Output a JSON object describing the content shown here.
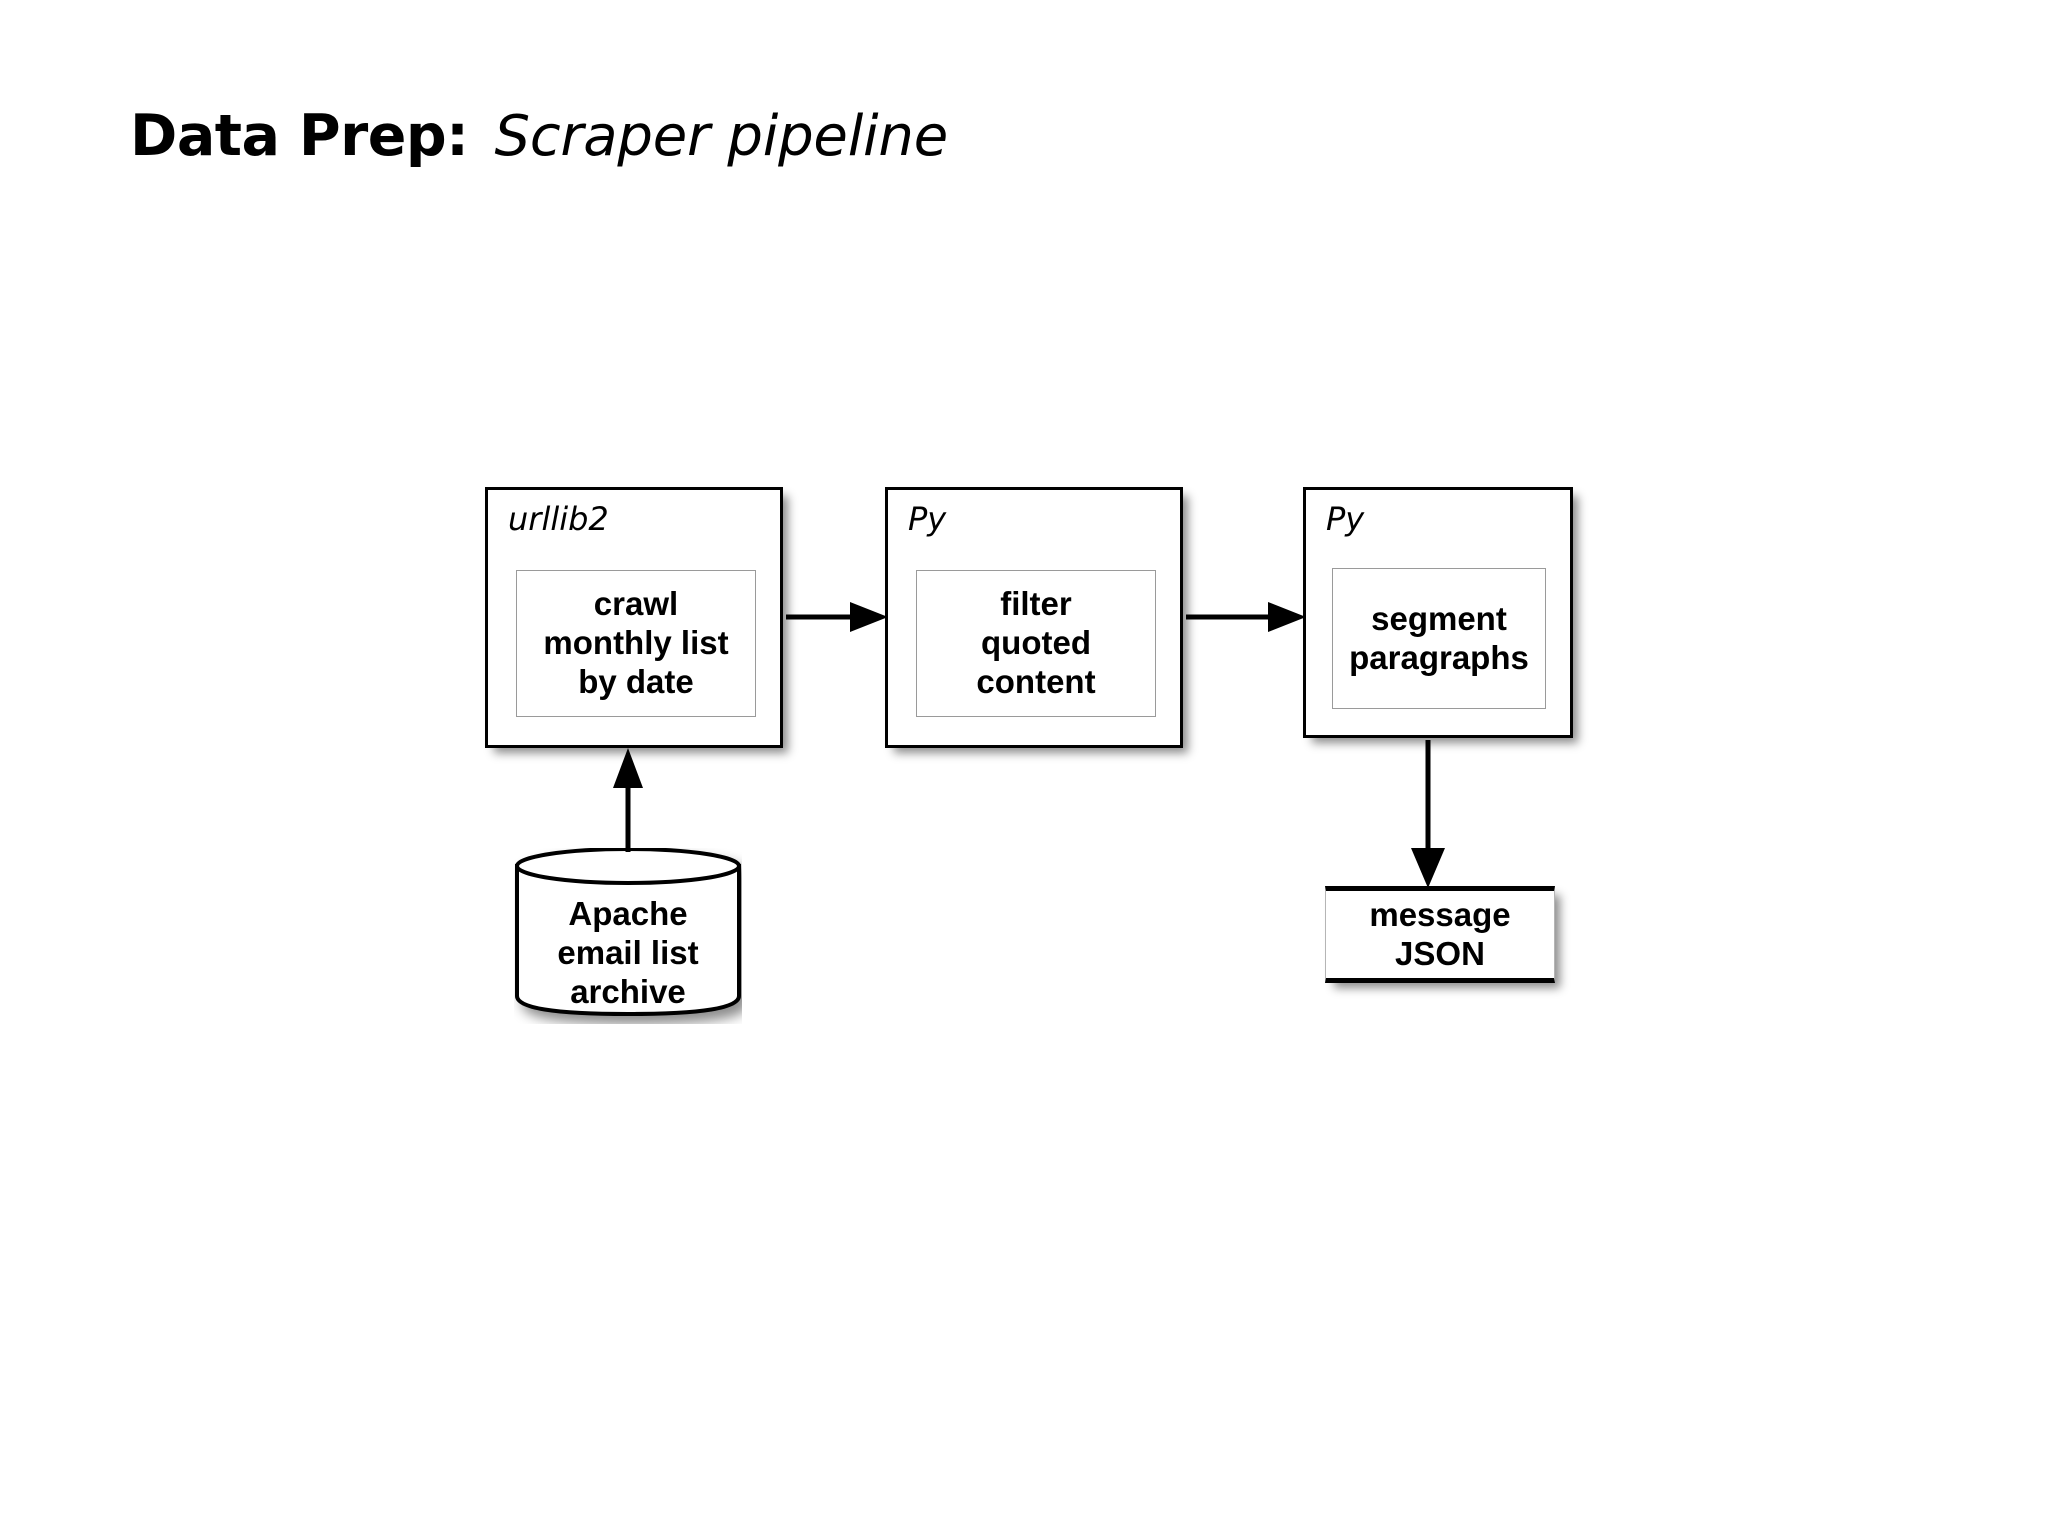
{
  "slide": {
    "title_bold": "Data Prep:",
    "title_italic": "Scraper pipeline"
  },
  "diagram": {
    "type": "flowchart",
    "nodes": [
      {
        "id": "crawl",
        "shape": "process-box",
        "tech_label": "urllib2",
        "text": "crawl\nmonthly list\nby date"
      },
      {
        "id": "filter",
        "shape": "process-box",
        "tech_label": "Py",
        "text": "filter\nquoted\ncontent"
      },
      {
        "id": "segment",
        "shape": "process-box",
        "tech_label": "Py",
        "text": "segment\nparagraphs"
      },
      {
        "id": "archive",
        "shape": "cylinder",
        "text": "Apache\nemail list\narchive"
      },
      {
        "id": "output",
        "shape": "rect",
        "text": "message\nJSON"
      }
    ],
    "edges": [
      {
        "from": "archive",
        "to": "crawl",
        "direction": "up"
      },
      {
        "from": "crawl",
        "to": "filter",
        "direction": "right"
      },
      {
        "from": "filter",
        "to": "segment",
        "direction": "right"
      },
      {
        "from": "segment",
        "to": "output",
        "direction": "down"
      }
    ]
  },
  "colors": {
    "background": "#ffffff",
    "stroke": "#000000",
    "inner_border": "#9a9a9a",
    "shadow": "rgba(0,0,0,0.45)"
  }
}
